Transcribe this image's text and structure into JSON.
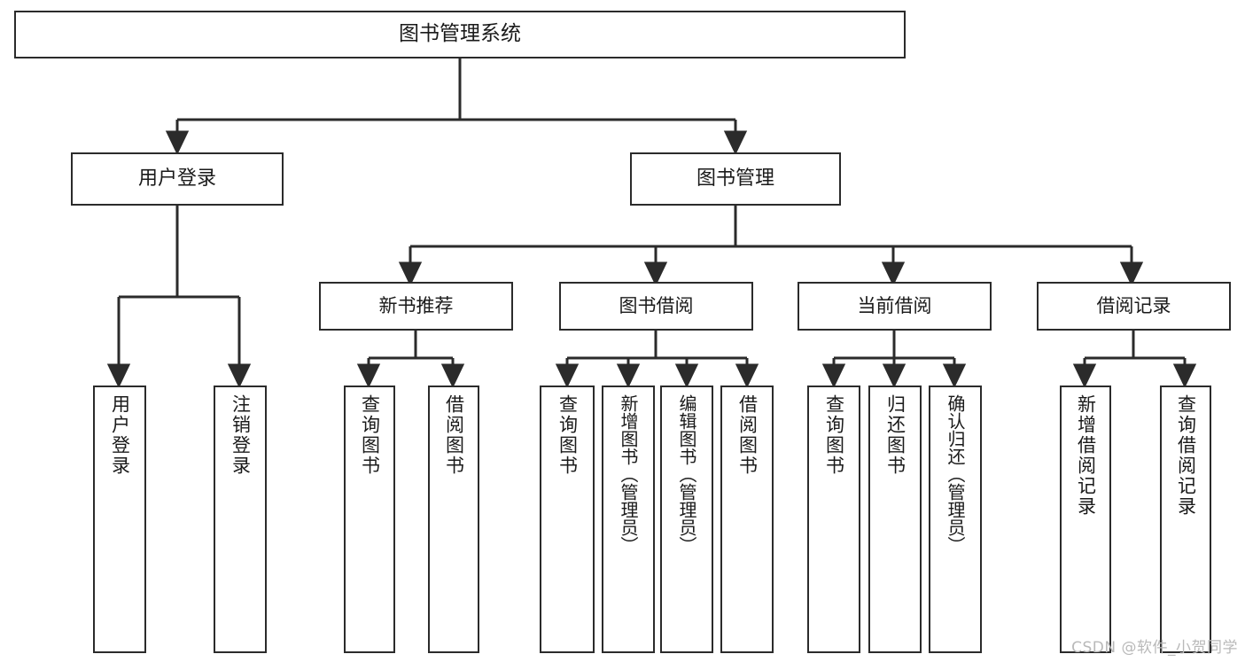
{
  "diagram": {
    "title": "图书管理系统",
    "type": "tree-hierarchy-chart",
    "watermark": "CSDN @软件_小贺同学",
    "colors": {
      "stroke": "#2b2b2b",
      "fill": "#ffffff",
      "text": "#1a1a1a",
      "watermark": "#b9b9b9"
    },
    "nodes": {
      "root": {
        "label": "图书管理系统"
      },
      "level2": [
        {
          "id": "user-login",
          "label": "用户登录"
        },
        {
          "id": "book-manage",
          "label": "图书管理"
        }
      ],
      "level3": [
        {
          "id": "new-book-recommend",
          "label": "新书推荐"
        },
        {
          "id": "book-borrow",
          "label": "图书借阅"
        },
        {
          "id": "current-borrow",
          "label": "当前借阅"
        },
        {
          "id": "borrow-record",
          "label": "借阅记录"
        }
      ],
      "leaves": {
        "user-login": [
          {
            "id": "leaf-user-login",
            "label": "用户登录"
          },
          {
            "id": "leaf-logout-login",
            "label": "注销登录"
          }
        ],
        "new-book-recommend": [
          {
            "id": "leaf-query-book-1",
            "label": "查询图书"
          },
          {
            "id": "leaf-borrow-book-1",
            "label": "借阅图书"
          }
        ],
        "book-borrow": [
          {
            "id": "leaf-query-book-2",
            "label": "查询图书"
          },
          {
            "id": "leaf-add-book-admin",
            "label": "新增图书（管理员）"
          },
          {
            "id": "leaf-edit-book-admin",
            "label": "编辑图书（管理员）"
          },
          {
            "id": "leaf-borrow-book-2",
            "label": "借阅图书"
          }
        ],
        "current-borrow": [
          {
            "id": "leaf-query-book-3",
            "label": "查询图书"
          },
          {
            "id": "leaf-return-book",
            "label": "归还图书"
          },
          {
            "id": "leaf-confirm-return-admin",
            "label": "确认归还（管理员）"
          }
        ],
        "borrow-record": [
          {
            "id": "leaf-add-borrow-record",
            "label": "新增借阅记录"
          },
          {
            "id": "leaf-query-borrow-record",
            "label": "查询借阅记录"
          }
        ]
      }
    }
  }
}
